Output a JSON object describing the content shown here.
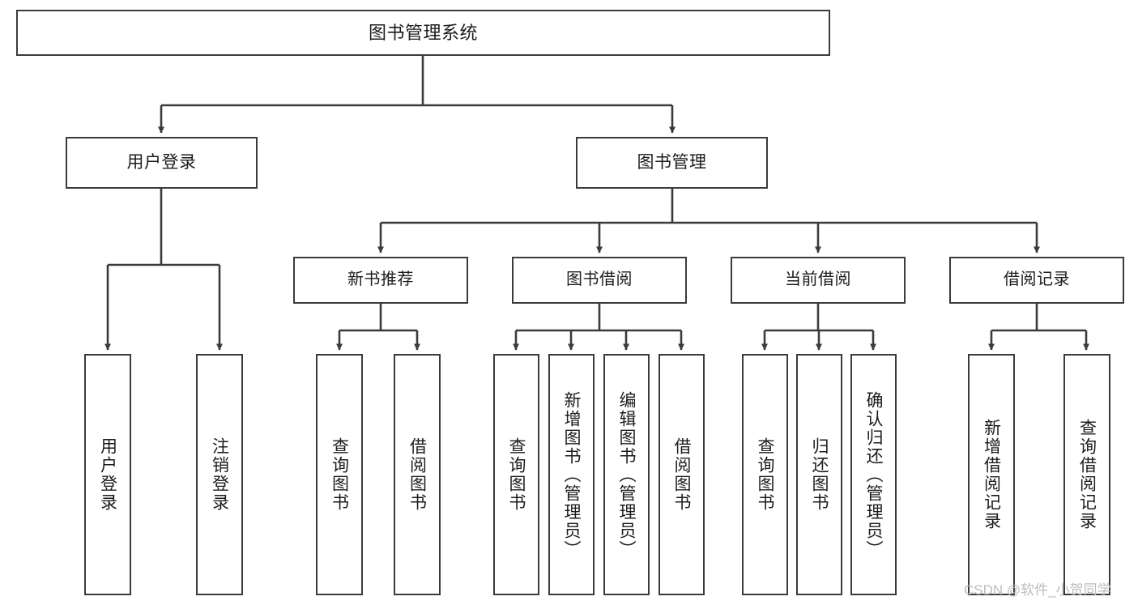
{
  "diagram": {
    "title": "图书管理系统",
    "type": "tree-hierarchy",
    "watermark": "CSDN @软件_小贺同学",
    "colors": {
      "box_border": "#3b3b3b",
      "box_fill": "#ffffff",
      "connector": "#3b3b3b",
      "text": "#1c1c1c",
      "watermark": "#bdbdbd",
      "background": "#ffffff"
    },
    "root": {
      "label": "图书管理系统"
    },
    "level1": [
      {
        "label": "用户登录"
      },
      {
        "label": "图书管理"
      }
    ],
    "level2": [
      {
        "label": "新书推荐"
      },
      {
        "label": "图书借阅"
      },
      {
        "label": "当前借阅"
      },
      {
        "label": "借阅记录"
      }
    ],
    "leaves": {
      "user_login": [
        {
          "label": "用户登录"
        },
        {
          "label": "注销登录"
        }
      ],
      "new_book": [
        {
          "label": "查询图书"
        },
        {
          "label": "借阅图书"
        }
      ],
      "book_borrow": [
        {
          "label": "查询图书"
        },
        {
          "label": "新增图书（管理员）"
        },
        {
          "label": "编辑图书（管理员）"
        },
        {
          "label": "借阅图书"
        }
      ],
      "current_borrow": [
        {
          "label": "查询图书"
        },
        {
          "label": "归还图书"
        },
        {
          "label": "确认归还（管理员）"
        }
      ],
      "borrow_record": [
        {
          "label": "新增借阅记录"
        },
        {
          "label": "查询借阅记录"
        }
      ]
    }
  }
}
